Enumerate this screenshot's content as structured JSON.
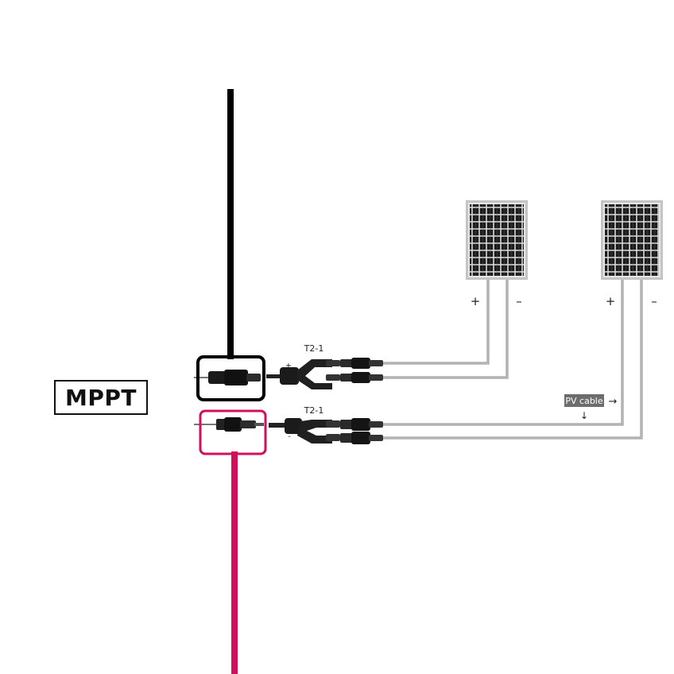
{
  "mppt_label": "MPPT",
  "connectors": {
    "top_branch_label": "T2-1",
    "bottom_branch_label": "T2-1",
    "top_branch_sign": "+",
    "bottom_branch_sign": "-"
  },
  "panels": [
    {
      "plus": "+",
      "minus": "–"
    },
    {
      "plus": "+",
      "minus": "–"
    }
  ],
  "pv_cable_label": "PV cable",
  "pv_cable_arrow_right": "→",
  "pv_cable_arrow_down": "↓",
  "colors": {
    "positive_lead": "#000000",
    "negative_lead": "#d0105a",
    "cable": "#8a8a8a",
    "panel_frame": "#b9b9b9",
    "panel_cell": "#1c1c1c"
  }
}
